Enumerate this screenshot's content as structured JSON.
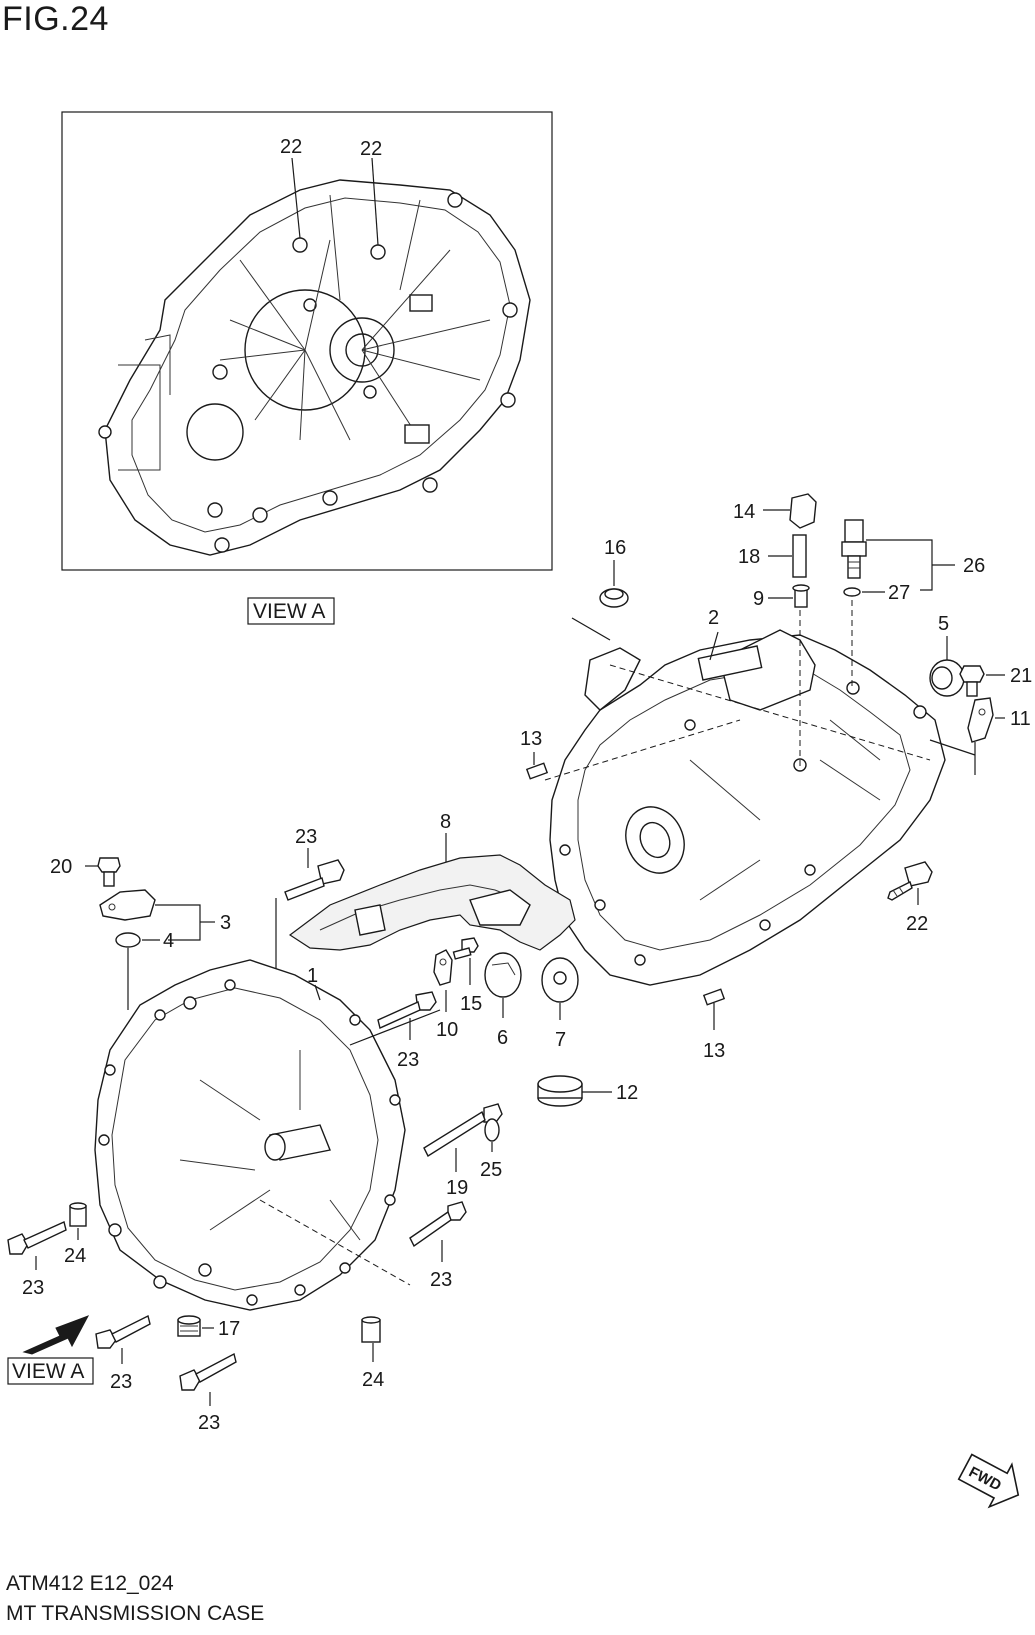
{
  "figure": {
    "title": "FIG.24",
    "code": "ATM412 E12_024",
    "name": "MT TRANSMISSION CASE"
  },
  "view_labels": {
    "inset": "VIEW A",
    "arrow": "VIEW A",
    "fwd": "FWD"
  },
  "callouts": {
    "c22_inset_left": "22",
    "c22_inset_right": "22",
    "c14": "14",
    "c16": "16",
    "c18": "18",
    "c26": "26",
    "c9": "9",
    "c27": "27",
    "c2": "2",
    "c5": "5",
    "c21": "21",
    "c11": "11",
    "c13_top": "13",
    "c8": "8",
    "c23_top": "23",
    "c20": "20",
    "c3": "3",
    "c4": "4",
    "c22_right": "22",
    "c1": "1",
    "c15": "15",
    "c10": "10",
    "c6": "6",
    "c7": "7",
    "c23_mid": "23",
    "c13_bottom": "13",
    "c12": "12",
    "c25": "25",
    "c19": "19",
    "c24_left": "24",
    "c23_left": "23",
    "c23_lower": "23",
    "c17": "17",
    "c23_arrow": "23",
    "c24_bottom": "24",
    "c23_bottom": "23"
  },
  "colors": {
    "line": "#1a1a1a",
    "background": "#ffffff"
  }
}
